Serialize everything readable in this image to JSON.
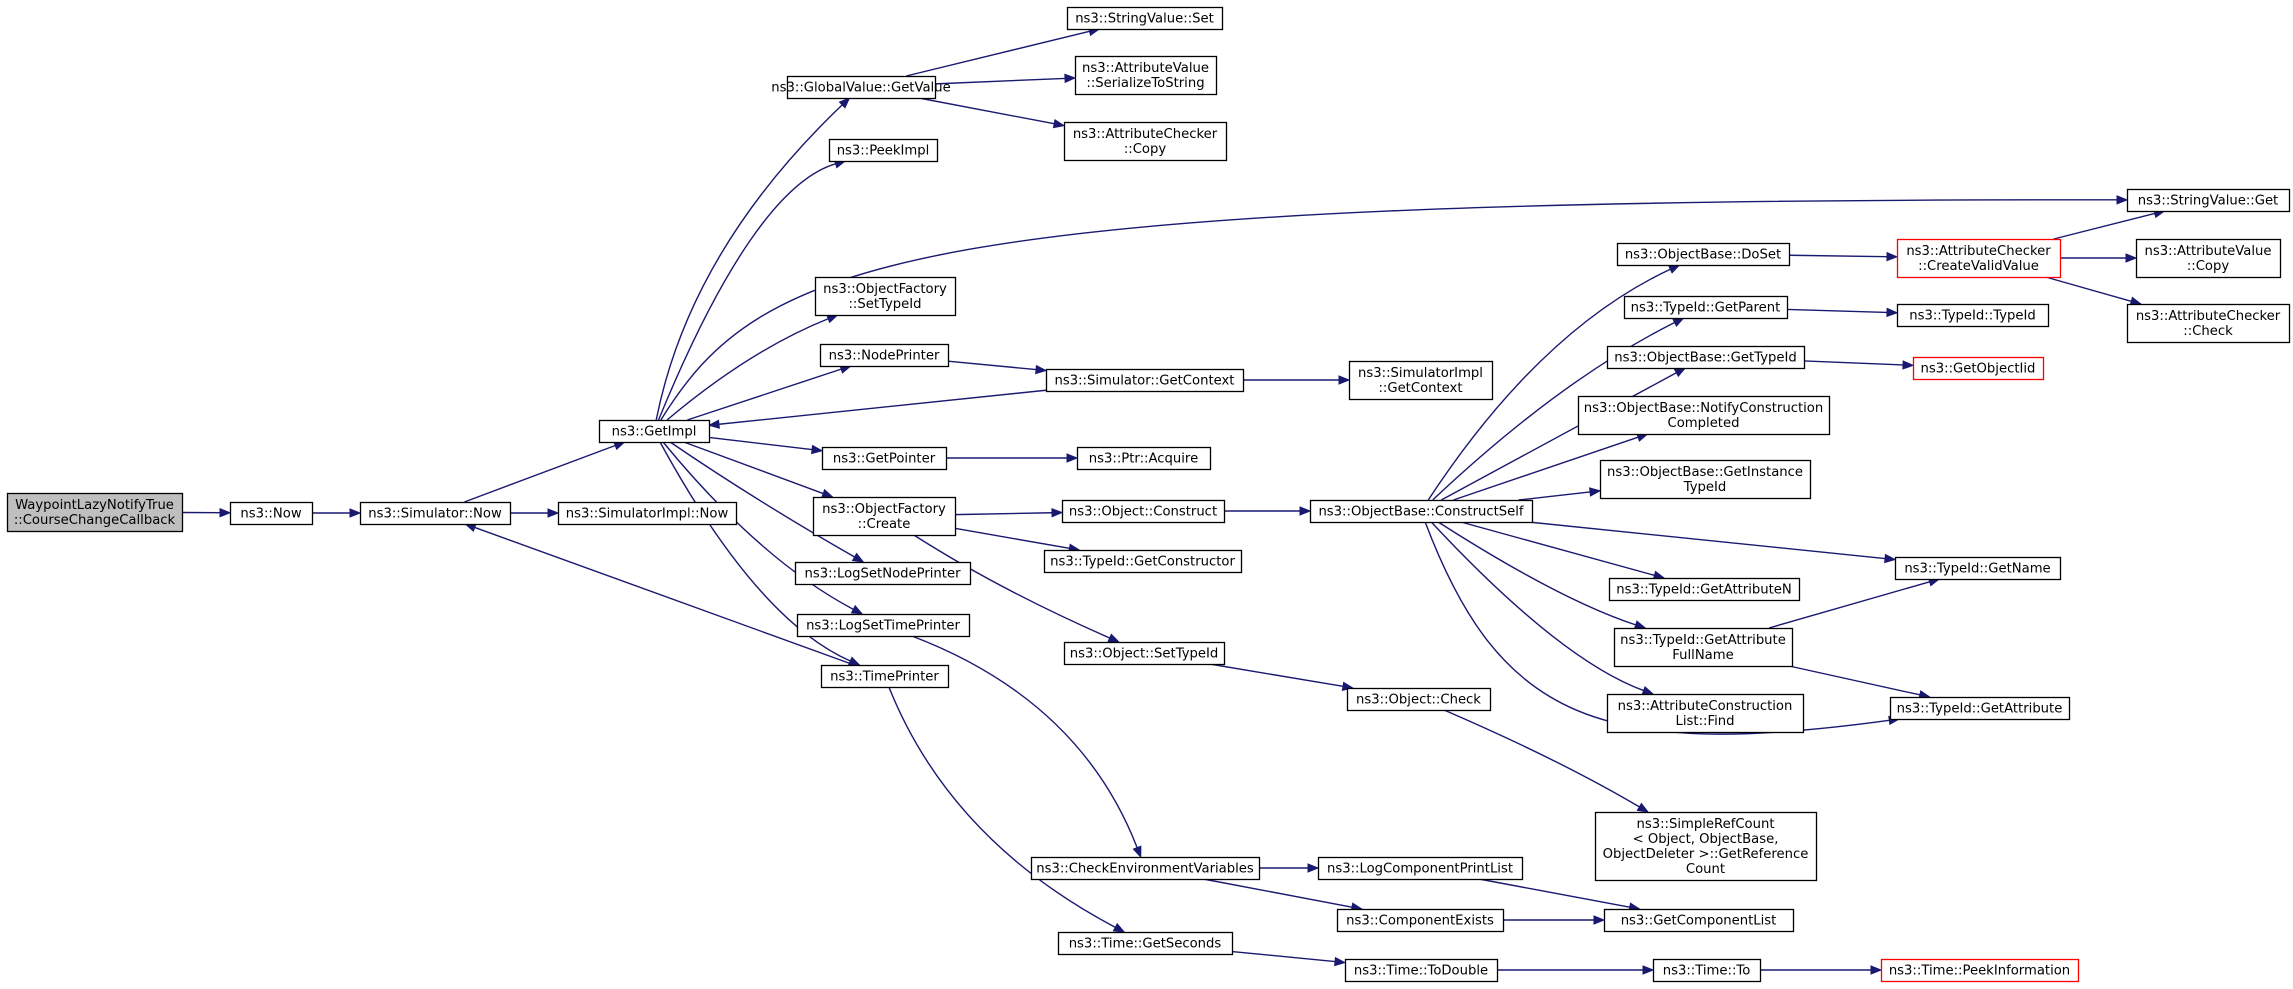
{
  "colors": {
    "edge": "#191970",
    "node_border": "#000000",
    "node_fill": "#ffffff",
    "root_fill": "#bfbfbf",
    "truncated_border": "#ff0000"
  },
  "nodes": [
    {
      "id": "root",
      "label": [
        "WaypointLazyNotifyTrue",
        "::CourseChangeCallback"
      ],
      "style": "root"
    },
    {
      "id": "now",
      "label": [
        "ns3::Now"
      ]
    },
    {
      "id": "simnow",
      "label": [
        "ns3::Simulator::Now"
      ]
    },
    {
      "id": "simimplnow",
      "label": [
        "ns3::SimulatorImpl::Now"
      ]
    },
    {
      "id": "getimpl",
      "label": [
        "ns3::GetImpl"
      ]
    },
    {
      "id": "gvgetvalue",
      "label": [
        "ns3::GlobalValue::GetValue"
      ]
    },
    {
      "id": "stringset",
      "label": [
        "ns3::StringValue::Set"
      ]
    },
    {
      "id": "avserialize",
      "label": [
        "ns3::AttributeValue",
        "::SerializeToString"
      ]
    },
    {
      "id": "accopy",
      "label": [
        "ns3::AttributeChecker",
        "::Copy"
      ]
    },
    {
      "id": "peekimpl",
      "label": [
        "ns3::PeekImpl"
      ]
    },
    {
      "id": "stringget",
      "label": [
        "ns3::StringValue::Get"
      ]
    },
    {
      "id": "ofsettypeid",
      "label": [
        "ns3::ObjectFactory",
        "::SetTypeId"
      ]
    },
    {
      "id": "nodeprinter",
      "label": [
        "ns3::NodePrinter"
      ]
    },
    {
      "id": "simgetcontext",
      "label": [
        "ns3::Simulator::GetContext"
      ]
    },
    {
      "id": "simimplgetcontext",
      "label": [
        "ns3::SimulatorImpl",
        "::GetContext"
      ]
    },
    {
      "id": "getpointer",
      "label": [
        "ns3::GetPointer"
      ]
    },
    {
      "id": "ptracquire",
      "label": [
        "ns3::Ptr::Acquire"
      ]
    },
    {
      "id": "ofcreate",
      "label": [
        "ns3::ObjectFactory",
        "::Create"
      ]
    },
    {
      "id": "objconstruct",
      "label": [
        "ns3::Object::Construct"
      ]
    },
    {
      "id": "obconstructself",
      "label": [
        "ns3::ObjectBase::ConstructSelf"
      ]
    },
    {
      "id": "tidgetconstructor",
      "label": [
        "ns3::TypeId::GetConstructor"
      ]
    },
    {
      "id": "logsetnodeprinter",
      "label": [
        "ns3::LogSetNodePrinter"
      ]
    },
    {
      "id": "logsettimeprinter",
      "label": [
        "ns3::LogSetTimePrinter"
      ]
    },
    {
      "id": "timeprinter",
      "label": [
        "ns3::TimePrinter"
      ]
    },
    {
      "id": "objsettypeid",
      "label": [
        "ns3::Object::SetTypeId"
      ]
    },
    {
      "id": "objcheck",
      "label": [
        "ns3::Object::Check"
      ]
    },
    {
      "id": "obdoset",
      "label": [
        "ns3::ObjectBase::DoSet"
      ]
    },
    {
      "id": "accreatevalid",
      "label": [
        "ns3::AttributeChecker",
        "::CreateValidValue"
      ],
      "style": "truncated"
    },
    {
      "id": "avcopy",
      "label": [
        "ns3::AttributeValue",
        "::Copy"
      ]
    },
    {
      "id": "accheck",
      "label": [
        "ns3::AttributeChecker",
        "::Check"
      ]
    },
    {
      "id": "tidgetparent",
      "label": [
        "ns3::TypeId::GetParent"
      ]
    },
    {
      "id": "tidtypeid",
      "label": [
        "ns3::TypeId::TypeId"
      ]
    },
    {
      "id": "obgettypeid",
      "label": [
        "ns3::ObjectBase::GetTypeId"
      ]
    },
    {
      "id": "getobjectiid",
      "label": [
        "ns3::GetObjectIid"
      ],
      "style": "truncated"
    },
    {
      "id": "obnotify",
      "label": [
        "ns3::ObjectBase::NotifyConstruction",
        "Completed"
      ]
    },
    {
      "id": "obgetinstance",
      "label": [
        "ns3::ObjectBase::GetInstance",
        "TypeId"
      ]
    },
    {
      "id": "tidgetname",
      "label": [
        "ns3::TypeId::GetName"
      ]
    },
    {
      "id": "tidgetattrn",
      "label": [
        "ns3::TypeId::GetAttributeN"
      ]
    },
    {
      "id": "tidgetattrfull",
      "label": [
        "ns3::TypeId::GetAttribute",
        "FullName"
      ]
    },
    {
      "id": "tidgetattr",
      "label": [
        "ns3::TypeId::GetAttribute"
      ]
    },
    {
      "id": "aclistfind",
      "label": [
        "ns3::AttributeConstruction",
        "List::Find"
      ]
    },
    {
      "id": "simplerefcount",
      "label": [
        "ns3::SimpleRefCount",
        "< Object, ObjectBase,",
        " ObjectDeleter >::GetReference",
        "Count"
      ]
    },
    {
      "id": "checkenv",
      "label": [
        "ns3::CheckEnvironmentVariables"
      ]
    },
    {
      "id": "logcomplist",
      "label": [
        "ns3::LogComponentPrintList"
      ]
    },
    {
      "id": "compexists",
      "label": [
        "ns3::ComponentExists"
      ]
    },
    {
      "id": "getcomplist",
      "label": [
        "ns3::GetComponentList"
      ]
    },
    {
      "id": "timegetseconds",
      "label": [
        "ns3::Time::GetSeconds"
      ]
    },
    {
      "id": "timetodouble",
      "label": [
        "ns3::Time::ToDouble"
      ]
    },
    {
      "id": "timeto",
      "label": [
        "ns3::Time::To"
      ]
    },
    {
      "id": "timepeekinfo",
      "label": [
        "ns3::Time::PeekInformation"
      ],
      "style": "truncated"
    }
  ],
  "edges": [
    [
      "root",
      "now"
    ],
    [
      "now",
      "simnow"
    ],
    [
      "simnow",
      "simimplnow"
    ],
    [
      "simnow",
      "getimpl"
    ],
    [
      "getimpl",
      "gvgetvalue"
    ],
    [
      "gvgetvalue",
      "stringset"
    ],
    [
      "gvgetvalue",
      "avserialize"
    ],
    [
      "gvgetvalue",
      "accopy"
    ],
    [
      "getimpl",
      "peekimpl"
    ],
    [
      "getimpl",
      "stringget"
    ],
    [
      "getimpl",
      "ofsettypeid"
    ],
    [
      "getimpl",
      "nodeprinter"
    ],
    [
      "nodeprinter",
      "simgetcontext"
    ],
    [
      "simgetcontext",
      "simimplgetcontext"
    ],
    [
      "simgetcontext",
      "getimpl"
    ],
    [
      "getimpl",
      "getpointer"
    ],
    [
      "getpointer",
      "ptracquire"
    ],
    [
      "getimpl",
      "ofcreate"
    ],
    [
      "ofcreate",
      "objconstruct"
    ],
    [
      "ofcreate",
      "tidgetconstructor"
    ],
    [
      "ofcreate",
      "objsettypeid"
    ],
    [
      "objconstruct",
      "obconstructself"
    ],
    [
      "getimpl",
      "logsetnodeprinter"
    ],
    [
      "getimpl",
      "logsettimeprinter"
    ],
    [
      "getimpl",
      "timeprinter"
    ],
    [
      "timeprinter",
      "simnow"
    ],
    [
      "timeprinter",
      "timegetseconds"
    ],
    [
      "logsettimeprinter",
      "checkenv"
    ],
    [
      "objsettypeid",
      "objcheck"
    ],
    [
      "objcheck",
      "simplerefcount"
    ],
    [
      "obconstructself",
      "obdoset"
    ],
    [
      "obconstructself",
      "tidgetparent"
    ],
    [
      "obconstructself",
      "obgettypeid"
    ],
    [
      "obconstructself",
      "obnotify"
    ],
    [
      "obconstructself",
      "obgetinstance"
    ],
    [
      "obconstructself",
      "tidgetname"
    ],
    [
      "obconstructself",
      "tidgetattrn"
    ],
    [
      "obconstructself",
      "tidgetattrfull"
    ],
    [
      "obconstructself",
      "aclistfind"
    ],
    [
      "obconstructself",
      "tidgetattr"
    ],
    [
      "obdoset",
      "accreatevalid"
    ],
    [
      "accreatevalid",
      "stringget"
    ],
    [
      "accreatevalid",
      "avcopy"
    ],
    [
      "accreatevalid",
      "accheck"
    ],
    [
      "tidgetparent",
      "tidtypeid"
    ],
    [
      "obgettypeid",
      "getobjectiid"
    ],
    [
      "tidgetattrfull",
      "tidgetname"
    ],
    [
      "tidgetattrfull",
      "tidgetattr"
    ],
    [
      "checkenv",
      "logcomplist"
    ],
    [
      "checkenv",
      "compexists"
    ],
    [
      "logcomplist",
      "getcomplist"
    ],
    [
      "compexists",
      "getcomplist"
    ],
    [
      "timegetseconds",
      "timetodouble"
    ],
    [
      "timetodouble",
      "timeto"
    ],
    [
      "timeto",
      "timepeekinfo"
    ]
  ]
}
